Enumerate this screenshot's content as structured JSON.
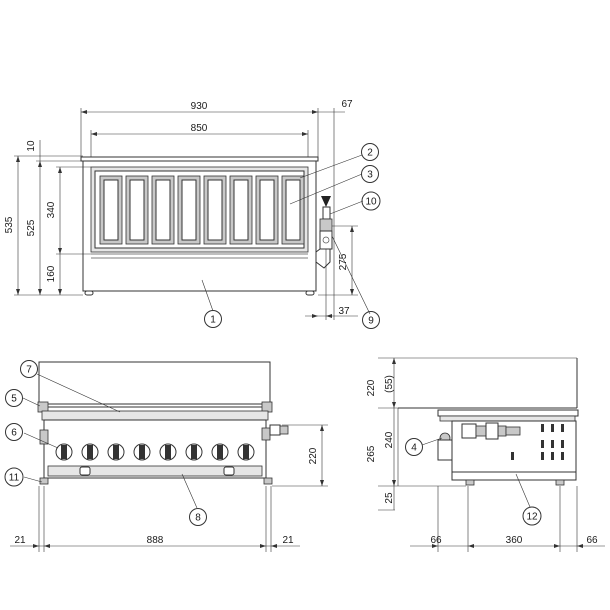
{
  "dimensions": {
    "front": {
      "overall_width": "930",
      "grill_width": "850",
      "pipe_offset": "67",
      "top_edge": "10",
      "overall_height": "535",
      "body_height": "525",
      "grill_height": "340",
      "base_height": "160",
      "inlet_height": "275",
      "inlet_depth": "37"
    },
    "lower_front": {
      "left_margin": "21",
      "span": "888",
      "right_margin": "21",
      "height": "220"
    },
    "side": {
      "top": "220",
      "top_ref": "(55)",
      "height": "265",
      "mid": "240",
      "foot": "25",
      "left": "66",
      "depth": "360",
      "right": "66"
    }
  },
  "callouts": {
    "c1": "1",
    "c2": "2",
    "c3": "3",
    "c4": "4",
    "c5": "5",
    "c6": "6",
    "c7": "7",
    "c8": "8",
    "c9": "9",
    "c10": "10",
    "c11": "11",
    "c12": "12"
  },
  "colors": {
    "line": "#333333",
    "panel": "#c8c8c8",
    "background": "#ffffff"
  }
}
